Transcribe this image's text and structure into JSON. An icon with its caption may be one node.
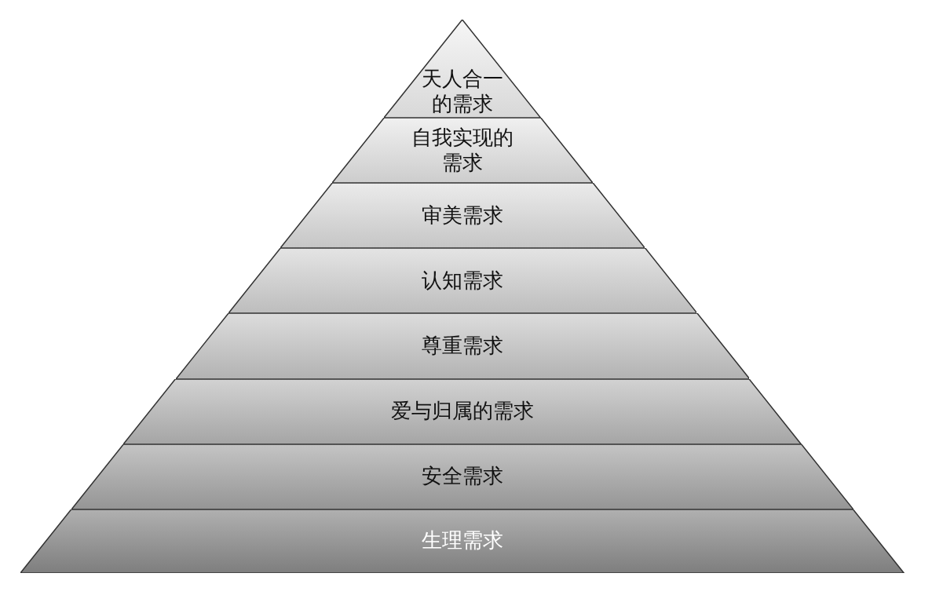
{
  "diagram": {
    "nodes": [
      {
        "text": [
          "天人合一的需求"
        ]
      },
      {
        "text": [
          "自我实现的需求"
        ]
      },
      {
        "text": [
          "审美需求"
        ]
      },
      {
        "text": [
          "认知需求"
        ]
      },
      {
        "text": [
          "尊重需求"
        ]
      },
      {
        "text": [
          "爱与归属的需求"
        ]
      },
      {
        "text": [
          "安全需求"
        ]
      },
      {
        "text": [
          "生理需求"
        ]
      }
    ]
  }
}
